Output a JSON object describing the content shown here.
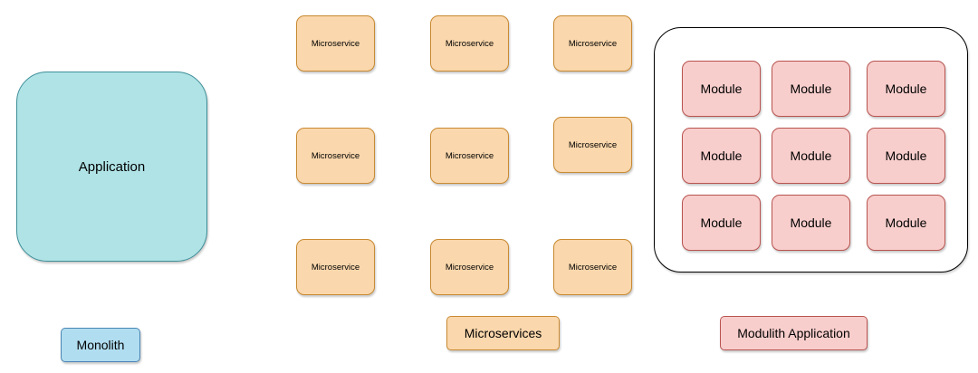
{
  "monolith": {
    "app_label": "Application",
    "legend": "Monolith"
  },
  "microservices": {
    "items": [
      "Microservice",
      "Microservice",
      "Microservice",
      "Microservice",
      "Microservice",
      "Microservice",
      "Microservice",
      "Microservice",
      "Microservice"
    ],
    "legend": "Microservices"
  },
  "modulith": {
    "modules": [
      "Module",
      "Module",
      "Module",
      "Module",
      "Module",
      "Module",
      "Module",
      "Module",
      "Module"
    ],
    "legend": "Modulith Application"
  },
  "colors": {
    "application_fill": "#b0e3e6",
    "microservice_fill": "#fad7ac",
    "module_fill": "#f8cecc",
    "monolith_legend_fill": "#b1ddf0"
  }
}
